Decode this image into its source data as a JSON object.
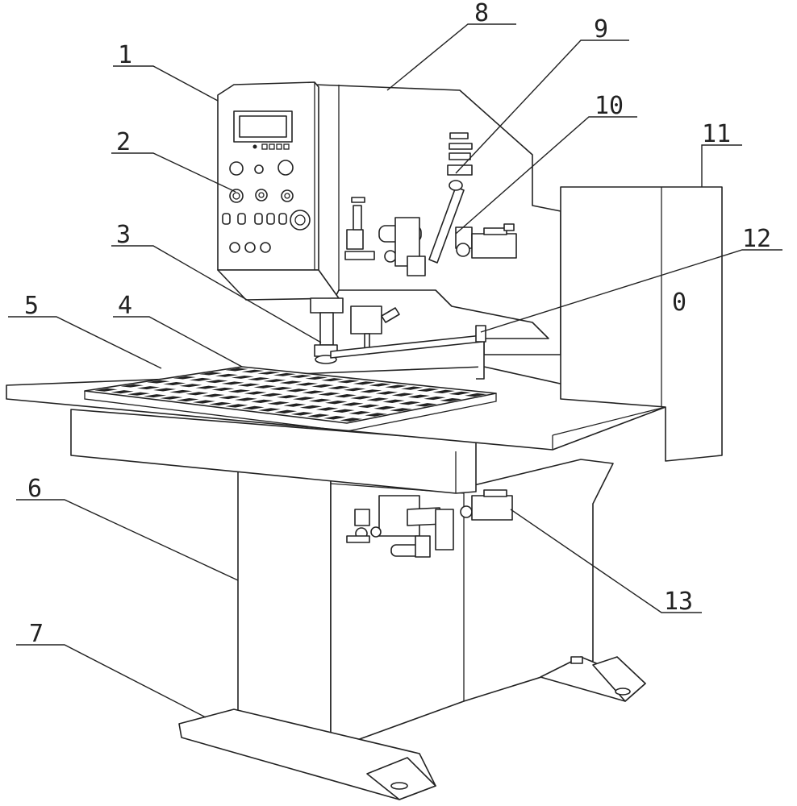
{
  "labels": [
    {
      "id": "1",
      "text": "1"
    },
    {
      "id": "2",
      "text": "2"
    },
    {
      "id": "3",
      "text": "3"
    },
    {
      "id": "4",
      "text": "4"
    },
    {
      "id": "5",
      "text": "5"
    },
    {
      "id": "6",
      "text": "6"
    },
    {
      "id": "7",
      "text": "7"
    },
    {
      "id": "8",
      "text": "8"
    },
    {
      "id": "9",
      "text": "9"
    },
    {
      "id": "10",
      "text": "10"
    },
    {
      "id": "11",
      "text": "11"
    },
    {
      "id": "12",
      "text": "12"
    },
    {
      "id": "13",
      "text": "13"
    }
  ],
  "door_mark": "0",
  "colors": {
    "stroke": "#222222",
    "background": "#ffffff"
  }
}
